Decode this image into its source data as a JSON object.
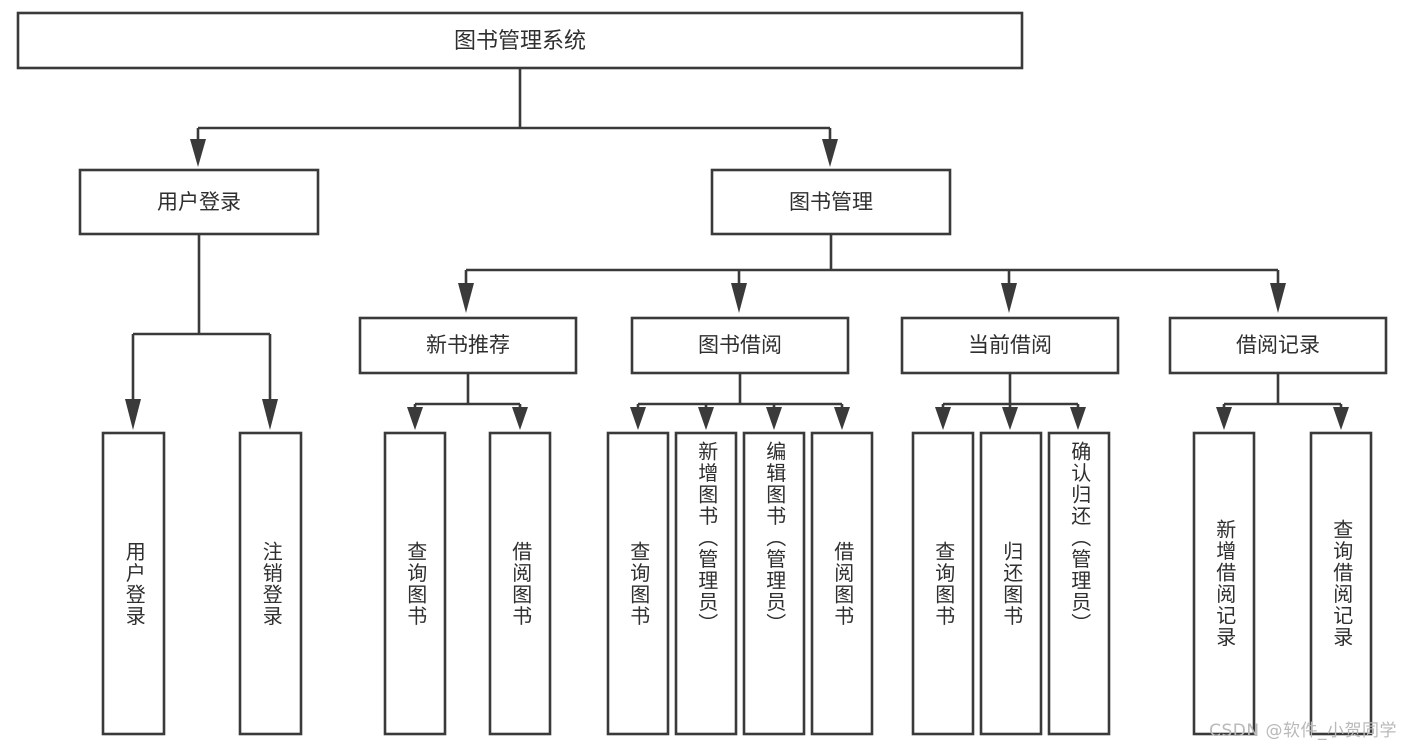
{
  "diagram": {
    "type": "tree",
    "title": "图书管理系统",
    "watermark": "CSDN @软件_小贺同学",
    "colors": {
      "stroke": "#3a3a3a",
      "box_fill": "#ffffff",
      "text": "#2f2f2f",
      "background": "#ffffff",
      "watermark": "#b9b9b9"
    },
    "root": {
      "label": "图书管理系统"
    },
    "level1": [
      {
        "label": "用户登录"
      },
      {
        "label": "图书管理"
      }
    ],
    "level2": [
      {
        "label": "新书推荐"
      },
      {
        "label": "图书借阅"
      },
      {
        "label": "当前借阅"
      },
      {
        "label": "借阅记录"
      }
    ],
    "leaves": {
      "user_login": [
        {
          "label": "用户登录"
        },
        {
          "label": "注销登录"
        }
      ],
      "new_book_recommend": [
        {
          "label": "查询图书"
        },
        {
          "label": "借阅图书"
        }
      ],
      "book_borrow": [
        {
          "label": "查询图书"
        },
        {
          "label": "新增图书（管理员）"
        },
        {
          "label": "编辑图书（管理员）"
        },
        {
          "label": "借阅图书"
        }
      ],
      "current_borrow": [
        {
          "label": "查询图书"
        },
        {
          "label": "归还图书"
        },
        {
          "label": "确认归还（管理员）"
        }
      ],
      "borrow_record": [
        {
          "label": "新增借阅记录"
        },
        {
          "label": "查询借阅记录"
        }
      ]
    }
  }
}
